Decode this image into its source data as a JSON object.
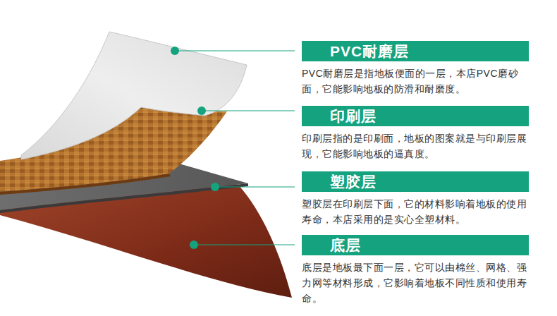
{
  "diagram": {
    "nodes": [
      {
        "text": [
          "PVC耐磨层",
          "PVC耐磨层是指地板便面的一层，本店PVC磨砂面，它能影响地板的防滑和耐磨度。"
        ]
      },
      {
        "text": [
          "印刷层",
          "印刷层指的是印刷面，地板的图案就是与印刷层展现，它能影响地板的逼真度。"
        ]
      },
      {
        "text": [
          "塑胶层",
          "塑胶层在印刷层下面，它的材料影响着地板的使用寿命，本店采用的是实心全塑材料。"
        ]
      },
      {
        "text": [
          "底层",
          "底层是地板最下面一层，它可以由棉丝、网格、强力网等材料形成，它影响着地板不同性质和使用寿命。"
        ]
      }
    ]
  }
}
